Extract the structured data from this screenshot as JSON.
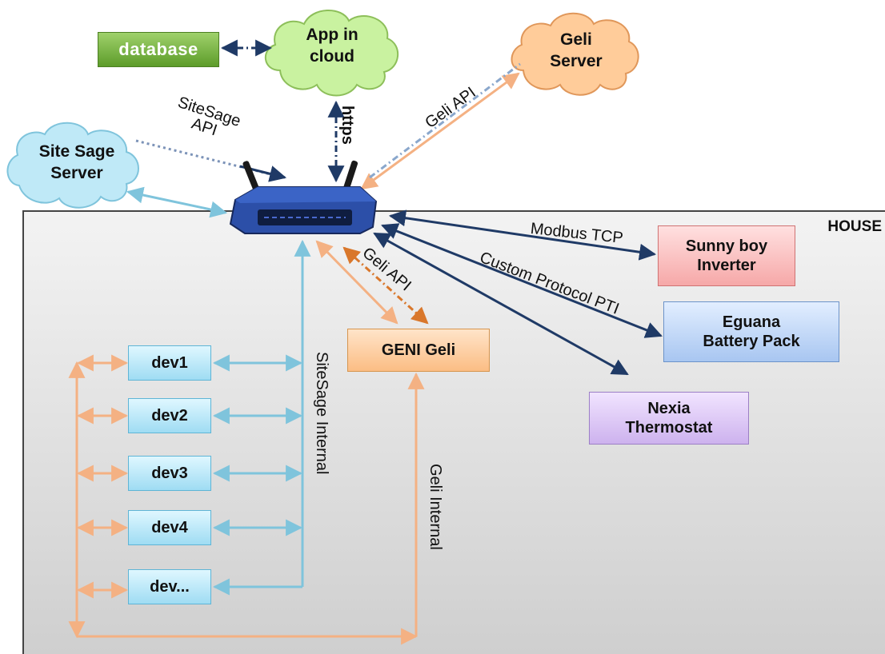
{
  "house_label": "HOUSE",
  "nodes": {
    "database": "database",
    "app_cloud": "App in\ncloud",
    "geli_server": "Geli\nServer",
    "site_sage_server": "Site Sage\nServer",
    "geni_geli": "GENI Geli",
    "sunny_boy": "Sunny boy\nInverter",
    "eguana": "Eguana\nBattery Pack",
    "nexia": "Nexia\nThermostat",
    "devices": [
      "dev1",
      "dev2",
      "dev3",
      "dev4",
      "dev..."
    ]
  },
  "edge_labels": {
    "sitesage_api": "SiteSage\nAPI",
    "https": "https",
    "geli_api_cloud": "Geli API",
    "geli_api_house": "Geli API",
    "modbus": "Modbus TCP",
    "custom_protocol": "Custom Protocol PTI",
    "sitesage_internal": "SiteSage Internal",
    "geli_internal": "Geli Internal"
  },
  "colors": {
    "database_fill": "#6aab34",
    "cloud_green": "#c9f2a0",
    "cloud_orange": "#ffcc9a",
    "cloud_blue": "#bfe9f7",
    "link_dark": "#1f3a66",
    "link_light_blue": "#7fc4dc",
    "link_orange": "#f4b183",
    "link_dark_orange": "#d9772b",
    "router": "#2c4fa8"
  }
}
